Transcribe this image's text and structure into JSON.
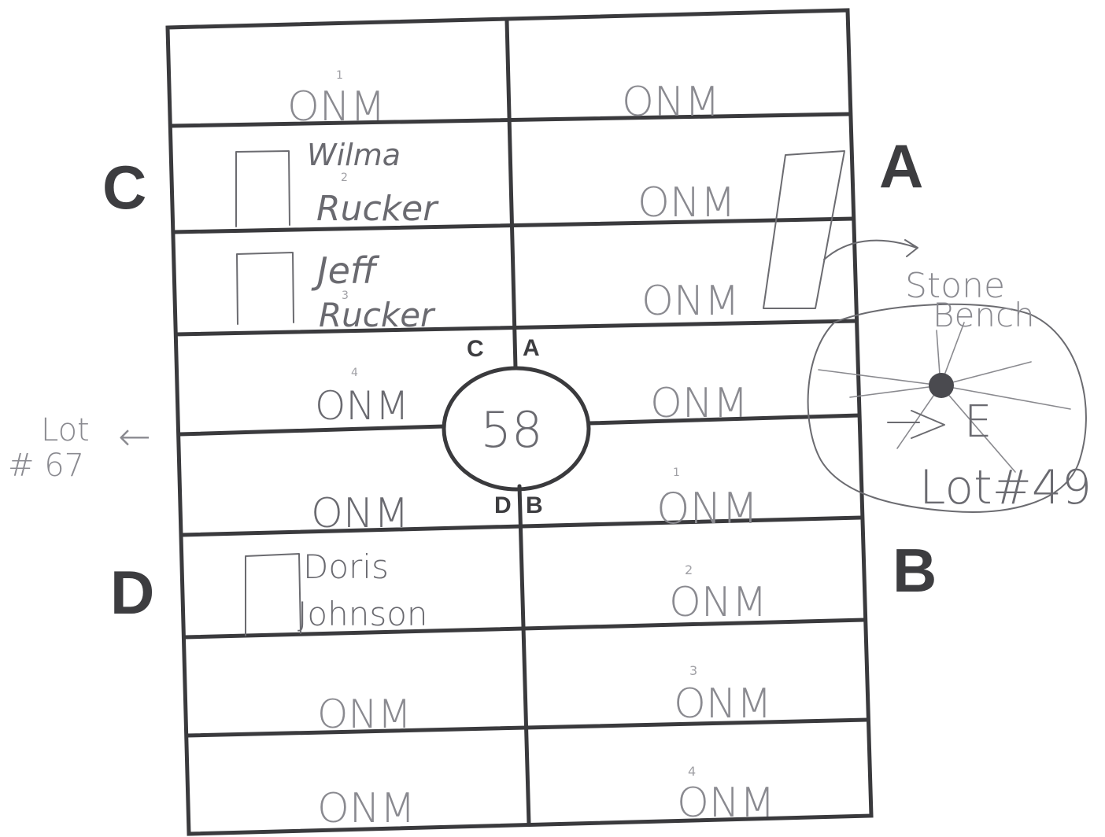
{
  "sections": {
    "top_left": "C",
    "top_right": "A",
    "bottom_left": "D",
    "bottom_right": "B"
  },
  "center": {
    "lot_number": "58",
    "corner_labels": {
      "upper_left": "C",
      "upper_right": "A",
      "lower_left": "D",
      "lower_right": "B"
    }
  },
  "left_column": [
    {
      "text": "ONM",
      "number": "1"
    },
    {
      "name_line1": "Wilma",
      "name_line2": "Rucker",
      "number": "2"
    },
    {
      "name_line1": "Jeff",
      "name_line2": "Rucker",
      "number": "3"
    },
    {
      "text": "ONM",
      "number": "4"
    },
    {
      "text": "ONM",
      "number": ""
    },
    {
      "name_line1": "Doris",
      "name_line2": "Johnson",
      "number": ""
    },
    {
      "text": "ONM",
      "number": ""
    },
    {
      "text": "ONM",
      "number": ""
    }
  ],
  "right_column": [
    {
      "text": "ONM"
    },
    {
      "text": "ONM"
    },
    {
      "text": "ONM"
    },
    {
      "text": "ONM"
    },
    {
      "text": "ONM",
      "number": "1"
    },
    {
      "text": "ONM",
      "number": "2"
    },
    {
      "text": "ONM",
      "number": "3"
    },
    {
      "text": "ONM",
      "number": "4"
    }
  ],
  "left_annotation": {
    "line1": "Lot",
    "line2": "# 67",
    "arrow": "←"
  },
  "right_annotation": {
    "bench_line1": "Stone",
    "bench_line2": "Bench",
    "direction": "E",
    "lot": "Lot#49"
  },
  "colors": {
    "ink": "#3a3a3d",
    "pencil": "#8a8a90"
  }
}
